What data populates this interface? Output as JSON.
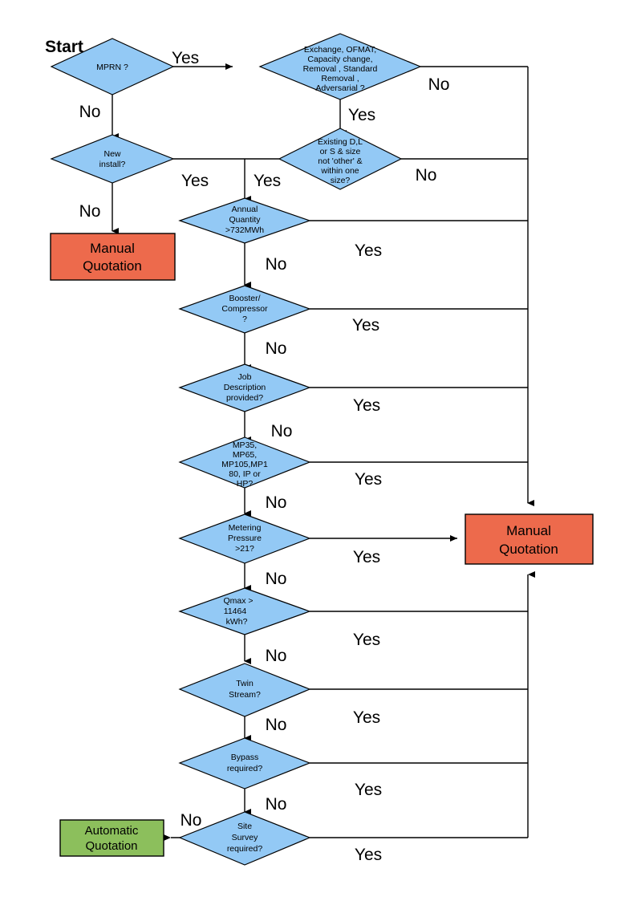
{
  "diagram": {
    "title_label": "Start",
    "colors": {
      "decision": "#93C9F5",
      "manual": "#ED6A4C",
      "automatic": "#8CBF5C",
      "line": "#000000",
      "background": "#FFFFFF"
    },
    "nodes": [
      {
        "id": "mprn",
        "type": "decision",
        "lines": [
          "MPRN ?"
        ]
      },
      {
        "id": "exchange",
        "type": "decision",
        "lines": [
          "Exchange, OFMAT,",
          "Capacity change,",
          "Removal , Standard",
          "Removal ,",
          "Adversarial ?"
        ]
      },
      {
        "id": "newinst",
        "type": "decision",
        "lines": [
          "New",
          "install?"
        ]
      },
      {
        "id": "existing",
        "type": "decision",
        "lines": [
          "Existing D,L",
          "or S & size",
          "not 'other' &",
          "within one",
          "size?"
        ]
      },
      {
        "id": "annual",
        "type": "decision",
        "lines": [
          "Annual",
          "Quantity",
          ">732MWh"
        ]
      },
      {
        "id": "booster",
        "type": "decision",
        "lines": [
          "Booster/",
          "Compressor",
          "?"
        ]
      },
      {
        "id": "jobdesc",
        "type": "decision",
        "lines": [
          "Job",
          "Description",
          "provided?"
        ]
      },
      {
        "id": "mpcodes",
        "type": "decision",
        "lines": [
          "MP35,",
          "MP65,",
          "MP105,MP1",
          "80, IP or",
          "HP?"
        ]
      },
      {
        "id": "metering",
        "type": "decision",
        "lines": [
          "Metering",
          "Pressure",
          ">21?"
        ]
      },
      {
        "id": "qmax",
        "type": "decision",
        "lines": [
          "Qmax >",
          "11464",
          "kWh?"
        ]
      },
      {
        "id": "twin",
        "type": "decision",
        "lines": [
          "Twin",
          "Stream?"
        ]
      },
      {
        "id": "bypass",
        "type": "decision",
        "lines": [
          "Bypass",
          "required?"
        ]
      },
      {
        "id": "sitesurvey",
        "type": "decision",
        "lines": [
          "Site",
          "Survey",
          "required?"
        ]
      },
      {
        "id": "manual_left",
        "type": "terminator-manual",
        "lines": [
          "Manual",
          "Quotation"
        ]
      },
      {
        "id": "manual_right",
        "type": "terminator-manual",
        "lines": [
          "Manual",
          "Quotation"
        ]
      },
      {
        "id": "automatic",
        "type": "terminator-automatic",
        "lines": [
          "Automatic",
          "Quotation"
        ]
      }
    ],
    "edge_labels": {
      "mprn_yes": "Yes",
      "mprn_no": "No",
      "exchange_no": "No",
      "exchange_yes": "Yes",
      "newinst_yes": "Yes",
      "newinst_no": "No",
      "existing_yes": "Yes",
      "existing_no": "No",
      "annual_yes": "Yes",
      "annual_no": "No",
      "booster_yes": "Yes",
      "booster_no": "No",
      "jobdesc_yes": "Yes",
      "jobdesc_no": "No",
      "mpcodes_yes": "Yes",
      "mpcodes_no": "No",
      "metering_yes": "Yes",
      "metering_no": "No",
      "qmax_yes": "Yes",
      "qmax_no": "No",
      "twin_yes": "Yes",
      "twin_no": "No",
      "bypass_yes": "Yes",
      "bypass_no": "No",
      "sitesurvey_yes": "Yes",
      "sitesurvey_no": "No"
    }
  }
}
